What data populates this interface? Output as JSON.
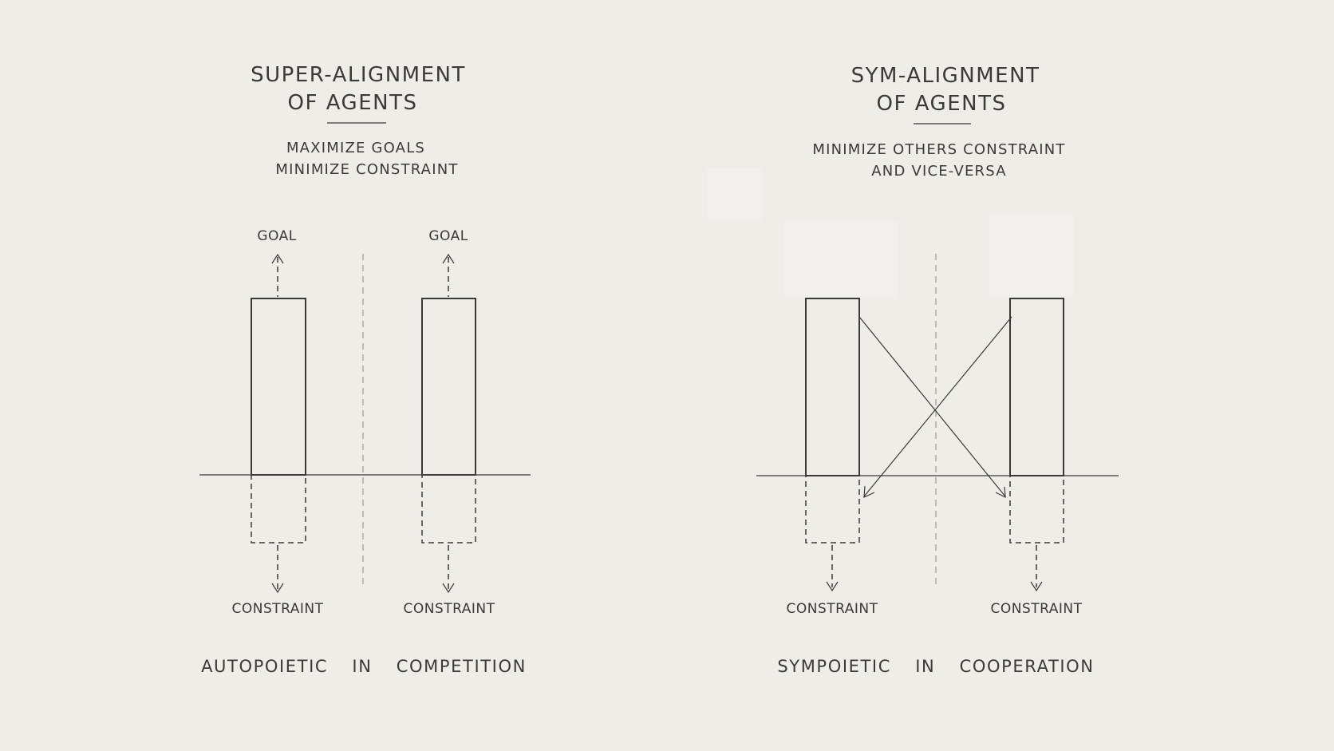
{
  "left_panel": {
    "title_line1": "SUPER-ALIGNMENT",
    "title_line2": "OF AGENTS",
    "subtitle_line1": "MAXIMIZE GOALS",
    "subtitle_line2": "MINIMIZE CONSTRAINT",
    "agents": [
      {
        "goal_label": "GOAL",
        "constraint_label": "CONSTRAINT"
      },
      {
        "goal_label": "GOAL",
        "constraint_label": "CONSTRAINT"
      }
    ],
    "footer": "AUTOPOIETIC IN COMPETITION"
  },
  "right_panel": {
    "title_line1": "SYM-ALIGNMENT",
    "title_line2": "OF AGENTS",
    "subtitle_line1": "MINIMIZE OTHERS CONSTRAINT",
    "subtitle_line2": "AND VICE-VERSA",
    "agents": [
      {
        "constraint_label": "CONSTRAINT"
      },
      {
        "constraint_label": "CONSTRAINT"
      }
    ],
    "footer": "SYMPOIETIC IN COOPERATION"
  },
  "colors": {
    "paper": "#efede8",
    "ink": "#3a3a38",
    "hatch": "#c9c7c2"
  }
}
